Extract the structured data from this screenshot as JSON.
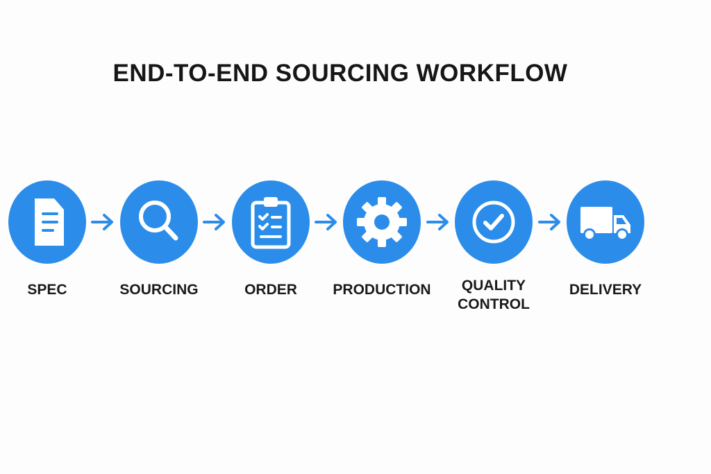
{
  "title": "END-TO-END SOURCING WORKFLOW",
  "accent_color": "#2b8de9",
  "steps": [
    {
      "label": "SPEC",
      "icon": "document-icon"
    },
    {
      "label": "SOURCING",
      "icon": "magnifier-icon"
    },
    {
      "label": "ORDER",
      "icon": "clipboard-checklist-icon"
    },
    {
      "label": "PRODUCTION",
      "icon": "gear-icon"
    },
    {
      "label_line1": "QUALITY",
      "label_line2": "CONTROL",
      "icon": "check-circle-icon"
    },
    {
      "label": "DELIVERY",
      "icon": "truck-icon"
    }
  ]
}
